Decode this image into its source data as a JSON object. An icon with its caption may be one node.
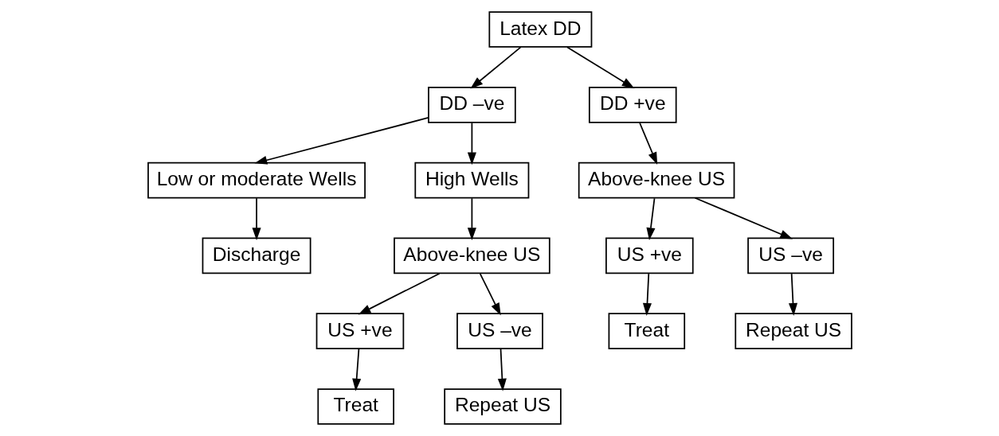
{
  "diagram": {
    "nodes": [
      {
        "text": [
          "Latex DD"
        ]
      },
      {
        "text": [
          "DD –ve"
        ]
      },
      {
        "text": [
          "DD +ve"
        ]
      },
      {
        "text": [
          "Low or moderate Wells"
        ]
      },
      {
        "text": [
          "High Wells"
        ]
      },
      {
        "text": [
          "Discharge"
        ]
      },
      {
        "text": [
          "Above-knee US"
        ]
      },
      {
        "text": [
          "US +ve"
        ]
      },
      {
        "text": [
          "US –ve"
        ]
      },
      {
        "text": [
          "Treat"
        ]
      },
      {
        "text": [
          "Repeat US"
        ]
      },
      {
        "text": [
          "Above-knee US"
        ]
      },
      {
        "text": [
          "US +ve"
        ]
      },
      {
        "text": [
          "US –ve"
        ]
      },
      {
        "text": [
          "Treat"
        ]
      },
      {
        "text": [
          "Repeat US"
        ]
      }
    ],
    "edges": [
      {
        "from": 0,
        "to": 1,
        "arrow": "to"
      },
      {
        "from": 0,
        "to": 2,
        "arrow": "to"
      },
      {
        "from": 1,
        "to": 3,
        "arrow": "to"
      },
      {
        "from": 1,
        "to": 4,
        "arrow": "to"
      },
      {
        "from": 3,
        "to": 5,
        "arrow": "to"
      },
      {
        "from": 4,
        "to": 6,
        "arrow": "to"
      },
      {
        "from": 6,
        "to": 7,
        "arrow": "to"
      },
      {
        "from": 6,
        "to": 8,
        "arrow": "to"
      },
      {
        "from": 7,
        "to": 9,
        "arrow": "to"
      },
      {
        "from": 8,
        "to": 10,
        "arrow": "to"
      },
      {
        "from": 2,
        "to": 11,
        "arrow": "to"
      },
      {
        "from": 11,
        "to": 12,
        "arrow": "to"
      },
      {
        "from": 11,
        "to": 13,
        "arrow": "to"
      },
      {
        "from": 12,
        "to": 14,
        "arrow": "to"
      },
      {
        "from": 13,
        "to": 15,
        "arrow": "to"
      }
    ]
  }
}
